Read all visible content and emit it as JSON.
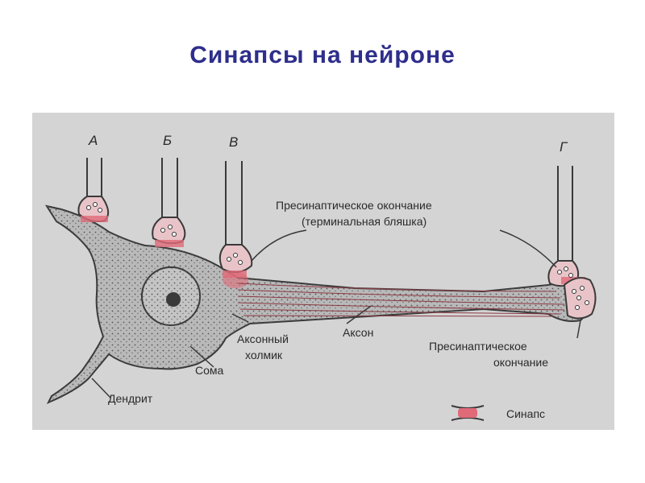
{
  "title": "Синапсы на нейроне",
  "diagram": {
    "letters": {
      "a": "А",
      "b": "Б",
      "v": "В",
      "g": "Г"
    },
    "labels": {
      "presynaptic_terminal_line1": "Пресинаптическое окончание",
      "presynaptic_terminal_line2": "(терминальная бляшка)",
      "axon": "Аксон",
      "axon_hillock_line1": "Аксонный",
      "axon_hillock_line2": "холмик",
      "soma": "Сома",
      "dendrite": "Дендрит",
      "presynaptic_ending_line1": "Пресинаптическое",
      "presynaptic_ending_line2": "окончание",
      "legend_synapse": "Синапс"
    },
    "colors": {
      "background": "#d4d4d4",
      "cell_fill": "#b9b9b9",
      "outline": "#3a3a3a",
      "synapse": "#e06a78",
      "title": "#2e2e8c"
    }
  }
}
